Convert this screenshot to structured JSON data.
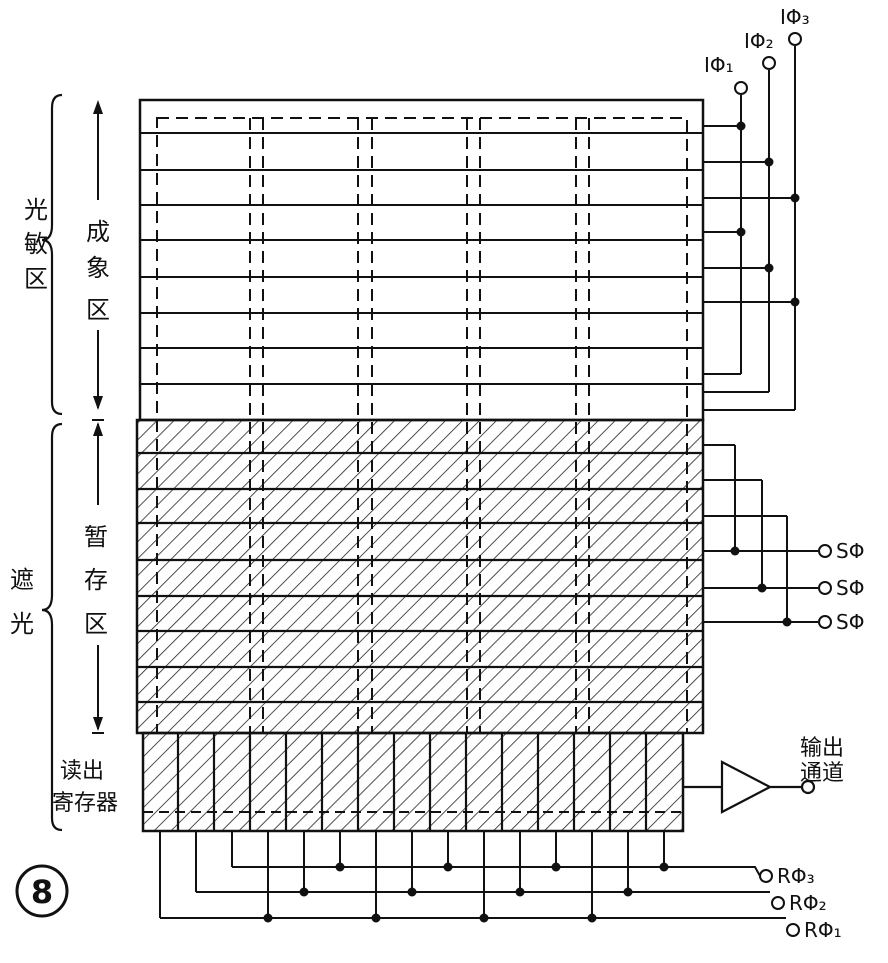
{
  "labels": {
    "photosensitive_zone": [
      "光",
      "敏",
      "区"
    ],
    "imaging_zone": [
      "成",
      "象",
      "区"
    ],
    "light_shield": [
      "遮",
      "光"
    ],
    "storage_zone": [
      "暂",
      "存",
      "区"
    ],
    "readout_register": [
      "读出",
      "寄存器"
    ],
    "output_channel": [
      "输出",
      "通道"
    ],
    "figure_number": "8"
  },
  "clocks": {
    "image": [
      "IΦ₁",
      "IΦ₂",
      "IΦ₃"
    ],
    "storage": [
      "SΦ",
      "SΦ",
      "SΦ"
    ],
    "readout": [
      "RΦ₃",
      "RΦ₂",
      "RΦ₁"
    ]
  },
  "colors": {
    "ink": "#111111",
    "paper": "#ffffff"
  }
}
